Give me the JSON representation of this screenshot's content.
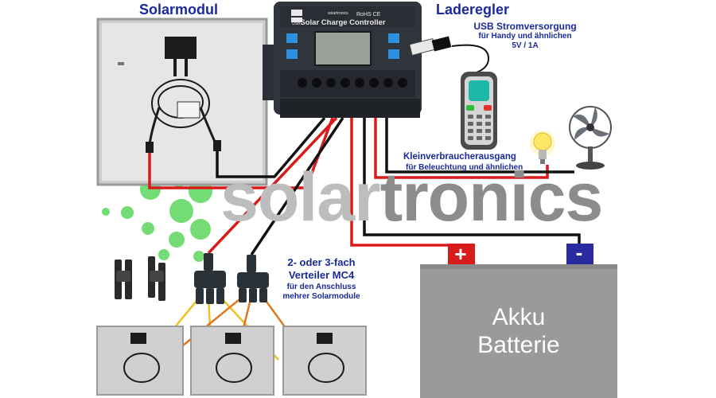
{
  "labels": {
    "solarmodul": "Solarmodul",
    "laderegler": "Laderegler",
    "usb_title": "USB Stromversorgung",
    "usb_sub1": "für Handy und ähnlichen",
    "usb_sub2": "5V / 1A",
    "load_title": "Kleinverbraucherausgang",
    "load_sub": "für Beleuchtung und ähnlichen",
    "mc4_title1": "2- oder 3-fach",
    "mc4_title2": "Verteiler MC4",
    "mc4_sub1": "für den Anschluss",
    "mc4_sub2": "mehrer Solarmodule",
    "battery_line1": "Akku",
    "battery_line2": "Batterie",
    "battery_plus": "+",
    "battery_minus": "-",
    "controller_title": "Solar Charge Controller",
    "controller_brand": "solartronics",
    "controller_rohs": "RoHS CE",
    "controller_usb": "USB"
  },
  "watermark": {
    "light": "solar",
    "dark": "tronics"
  },
  "colors": {
    "positive_wire": "#d81c1c",
    "negative_wire": "#111111",
    "module_wire_yellow": "#f0c020",
    "module_wire_orange": "#e07820",
    "battery": "#9a9a9a",
    "plus_terminal": "#d81c1c",
    "minus_terminal": "#2a2aa0",
    "label_blue": "#1a2a9a"
  },
  "icons": [
    "solar-panel-icon",
    "charge-controller-icon",
    "usb-plug-icon",
    "mobile-phone-icon",
    "light-bulb-icon",
    "fan-icon",
    "mc4-connector-icon",
    "battery-icon"
  ]
}
